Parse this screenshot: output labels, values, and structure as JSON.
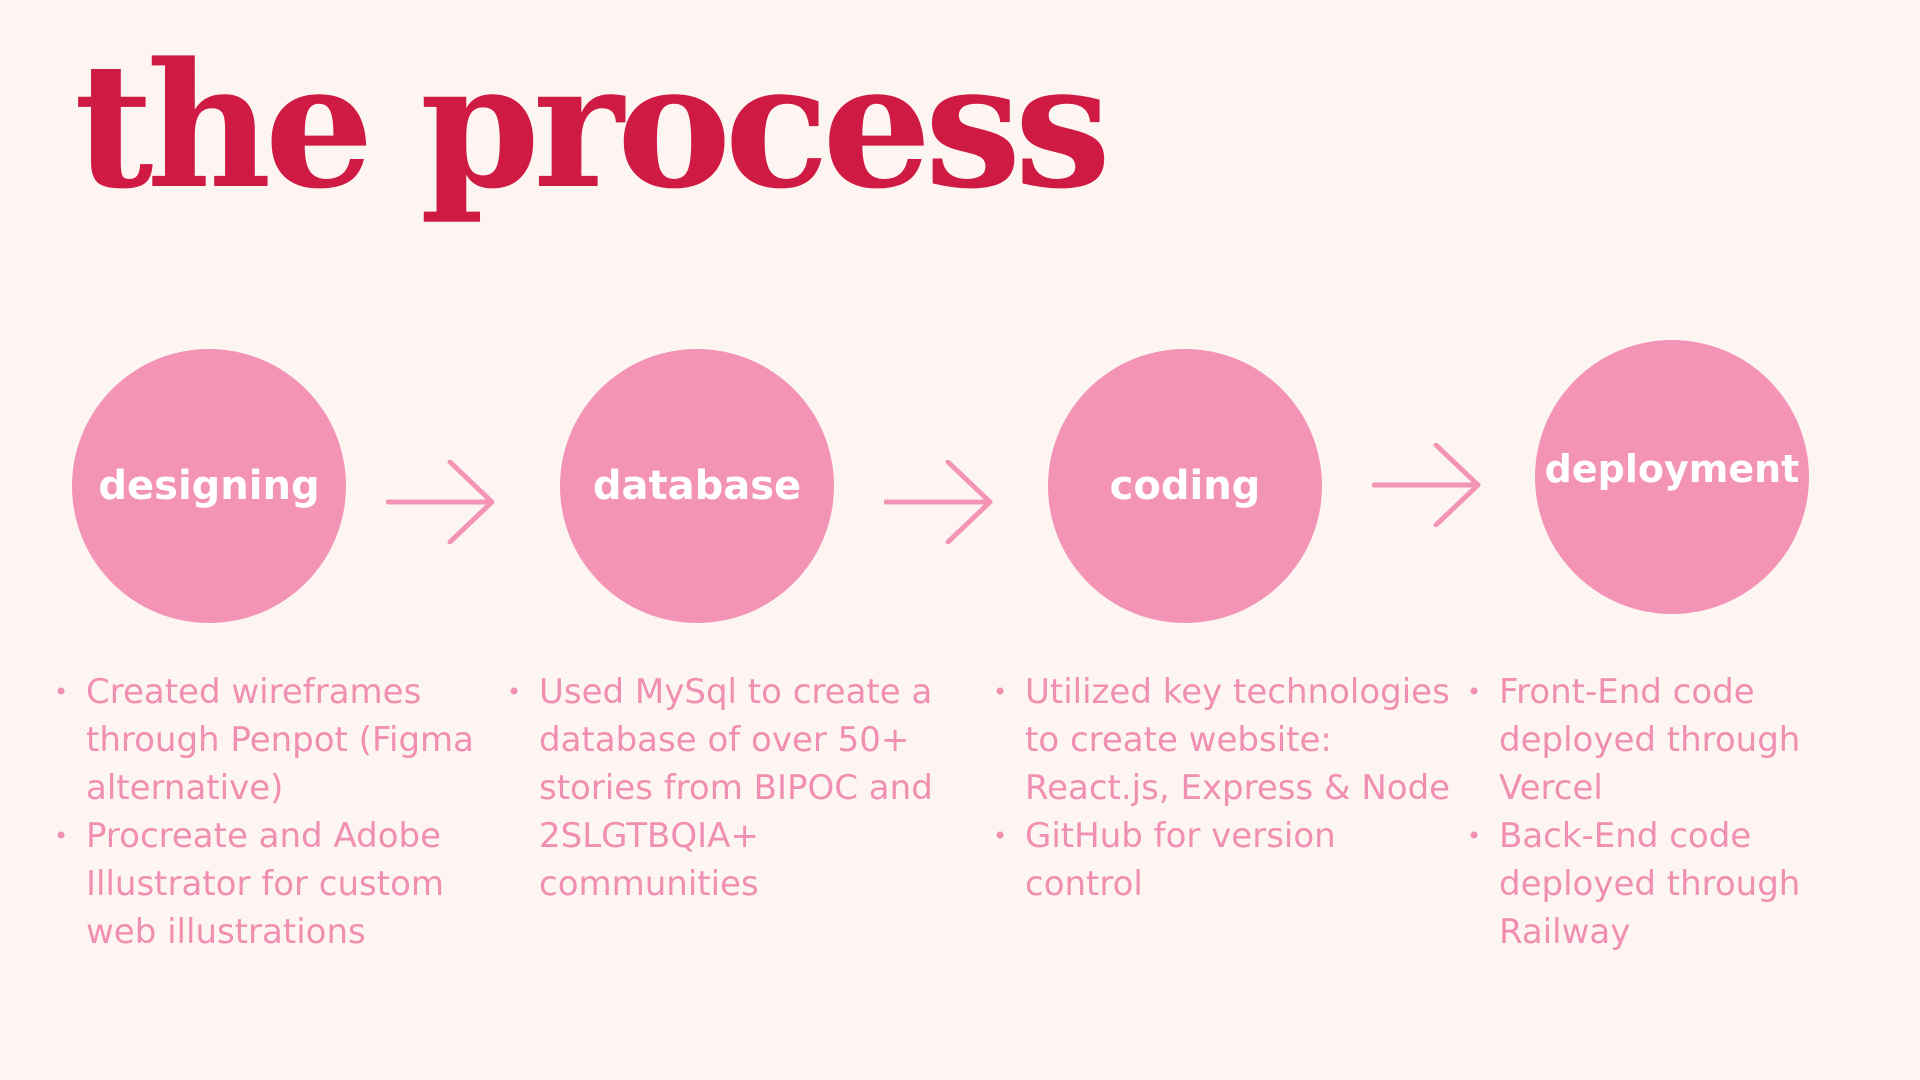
{
  "title": "the process",
  "colors": {
    "background": "#fdf5f2",
    "title": "#cf1a43",
    "circle": "#f394b6",
    "text": "#f08fb2",
    "circle_text": "#ffffff"
  },
  "steps": [
    {
      "label": "designing",
      "bullets": [
        "Created wireframes through Penpot (Figma alternative)",
        "Procreate and Adobe Illustrator for custom web illustrations"
      ]
    },
    {
      "label": "database",
      "bullets": [
        "Used MySql to create a database of over 50+ stories from BIPOC and 2SLGTBQIA+ communities"
      ]
    },
    {
      "label": "coding",
      "bullets": [
        "Utilized key technologies to create website: React.js, Express & Node",
        "GitHub for version control"
      ]
    },
    {
      "label": "deployment",
      "bullets": [
        "Front-End code deployed through Vercel",
        "Back-End code deployed through Railway"
      ]
    }
  ],
  "icons": {
    "arrow": "arrow-right-icon"
  }
}
